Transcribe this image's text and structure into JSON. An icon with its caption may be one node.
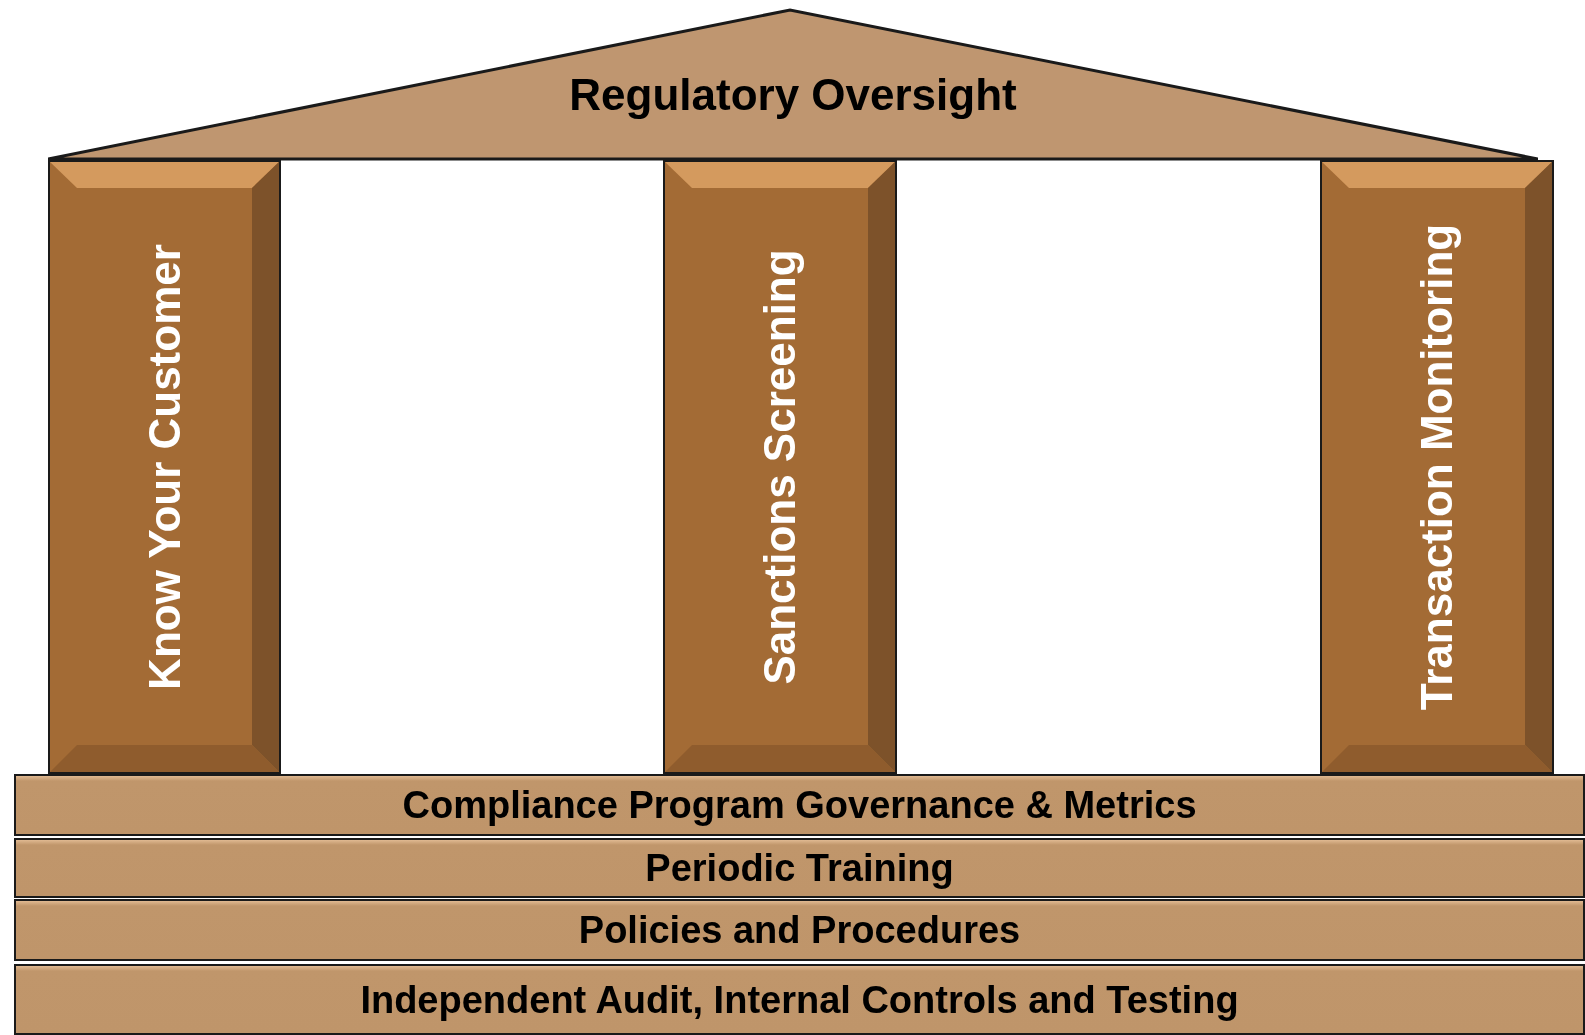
{
  "diagram": {
    "nodes": [
      {
        "text": [
          "Regulatory Oversight"
        ]
      },
      {
        "text": [
          "Know Your Customer"
        ]
      },
      {
        "text": [
          "Sanctions Screening"
        ]
      },
      {
        "text": [
          "Transaction Monitoring"
        ]
      },
      {
        "text": [
          "Compliance Program Governance & Metrics"
        ]
      },
      {
        "text": [
          "Periodic Training"
        ]
      },
      {
        "text": [
          "Policies and Procedures"
        ]
      },
      {
        "text": [
          "Independent Audit, Internal Controls and Testing"
        ]
      }
    ]
  }
}
